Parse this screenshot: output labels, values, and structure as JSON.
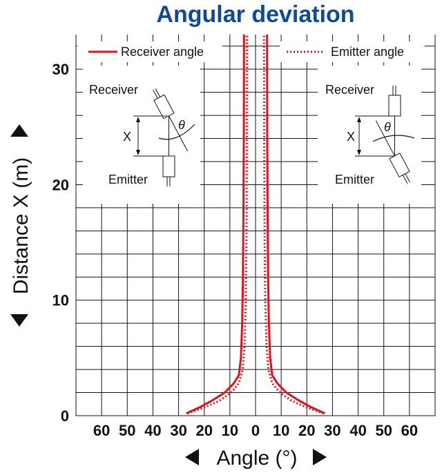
{
  "chart_data": {
    "type": "line",
    "title": "Angular deviation",
    "xlabel": "Angle (°)",
    "ylabel": "Distance X (m)",
    "x_tick_labels": [
      "60",
      "50",
      "40",
      "30",
      "20",
      "10",
      "0",
      "10",
      "20",
      "30",
      "40",
      "50",
      "60"
    ],
    "y_ticks": [
      0,
      10,
      20,
      30
    ],
    "xlim": [
      -70,
      70
    ],
    "ylim": [
      0,
      33
    ],
    "grid": true,
    "legend_position": "top",
    "series": [
      {
        "name": "Receiver angle",
        "style": "solid",
        "color": "#e0101c",
        "right_branch": [
          [
            27,
            0.2
          ],
          [
            22,
            0.7
          ],
          [
            17,
            1.3
          ],
          [
            12,
            2.0
          ],
          [
            8.5,
            2.8
          ],
          [
            6.5,
            3.5
          ],
          [
            5.7,
            5
          ],
          [
            5.2,
            8
          ],
          [
            4.9,
            12
          ],
          [
            4.7,
            18
          ],
          [
            4.55,
            25
          ],
          [
            4.5,
            33
          ]
        ],
        "left_branch": [
          [
            -27,
            0.2
          ],
          [
            -22,
            0.7
          ],
          [
            -17,
            1.3
          ],
          [
            -12,
            2.0
          ],
          [
            -8.5,
            2.8
          ],
          [
            -6.5,
            3.5
          ],
          [
            -5.7,
            5
          ],
          [
            -5.2,
            8
          ],
          [
            -4.9,
            12
          ],
          [
            -4.7,
            18
          ],
          [
            -4.55,
            25
          ],
          [
            -4.5,
            33
          ]
        ]
      },
      {
        "name": "Emitter angle",
        "style": "dotted",
        "color": "#e0101c",
        "right_branch": [
          [
            26.5,
            0.2
          ],
          [
            20,
            0.7
          ],
          [
            14,
            1.3
          ],
          [
            9.5,
            2.0
          ],
          [
            6.5,
            2.8
          ],
          [
            5,
            4
          ],
          [
            4.3,
            6
          ],
          [
            3.8,
            10
          ],
          [
            3.55,
            15
          ],
          [
            3.4,
            22
          ],
          [
            3.3,
            33
          ]
        ],
        "left_branch": [
          [
            -26.5,
            0.2
          ],
          [
            -20,
            0.7
          ],
          [
            -14,
            1.3
          ],
          [
            -9.5,
            2.0
          ],
          [
            -6.5,
            2.8
          ],
          [
            -5,
            4
          ],
          [
            -4.3,
            6
          ],
          [
            -3.8,
            10
          ],
          [
            -3.55,
            15
          ],
          [
            -3.4,
            22
          ],
          [
            -3.3,
            33
          ]
        ]
      }
    ],
    "insets": [
      {
        "receiver_label": "Receiver",
        "emitter_label": "Emitter",
        "distance_label": "X",
        "angle_label": "θ"
      },
      {
        "receiver_label": "Receiver",
        "emitter_label": "Emitter",
        "distance_label": "X",
        "angle_label": "θ"
      }
    ]
  },
  "colors": {
    "title": "#0d4a9a",
    "curve": "#e0101c",
    "grid": "#111111"
  }
}
